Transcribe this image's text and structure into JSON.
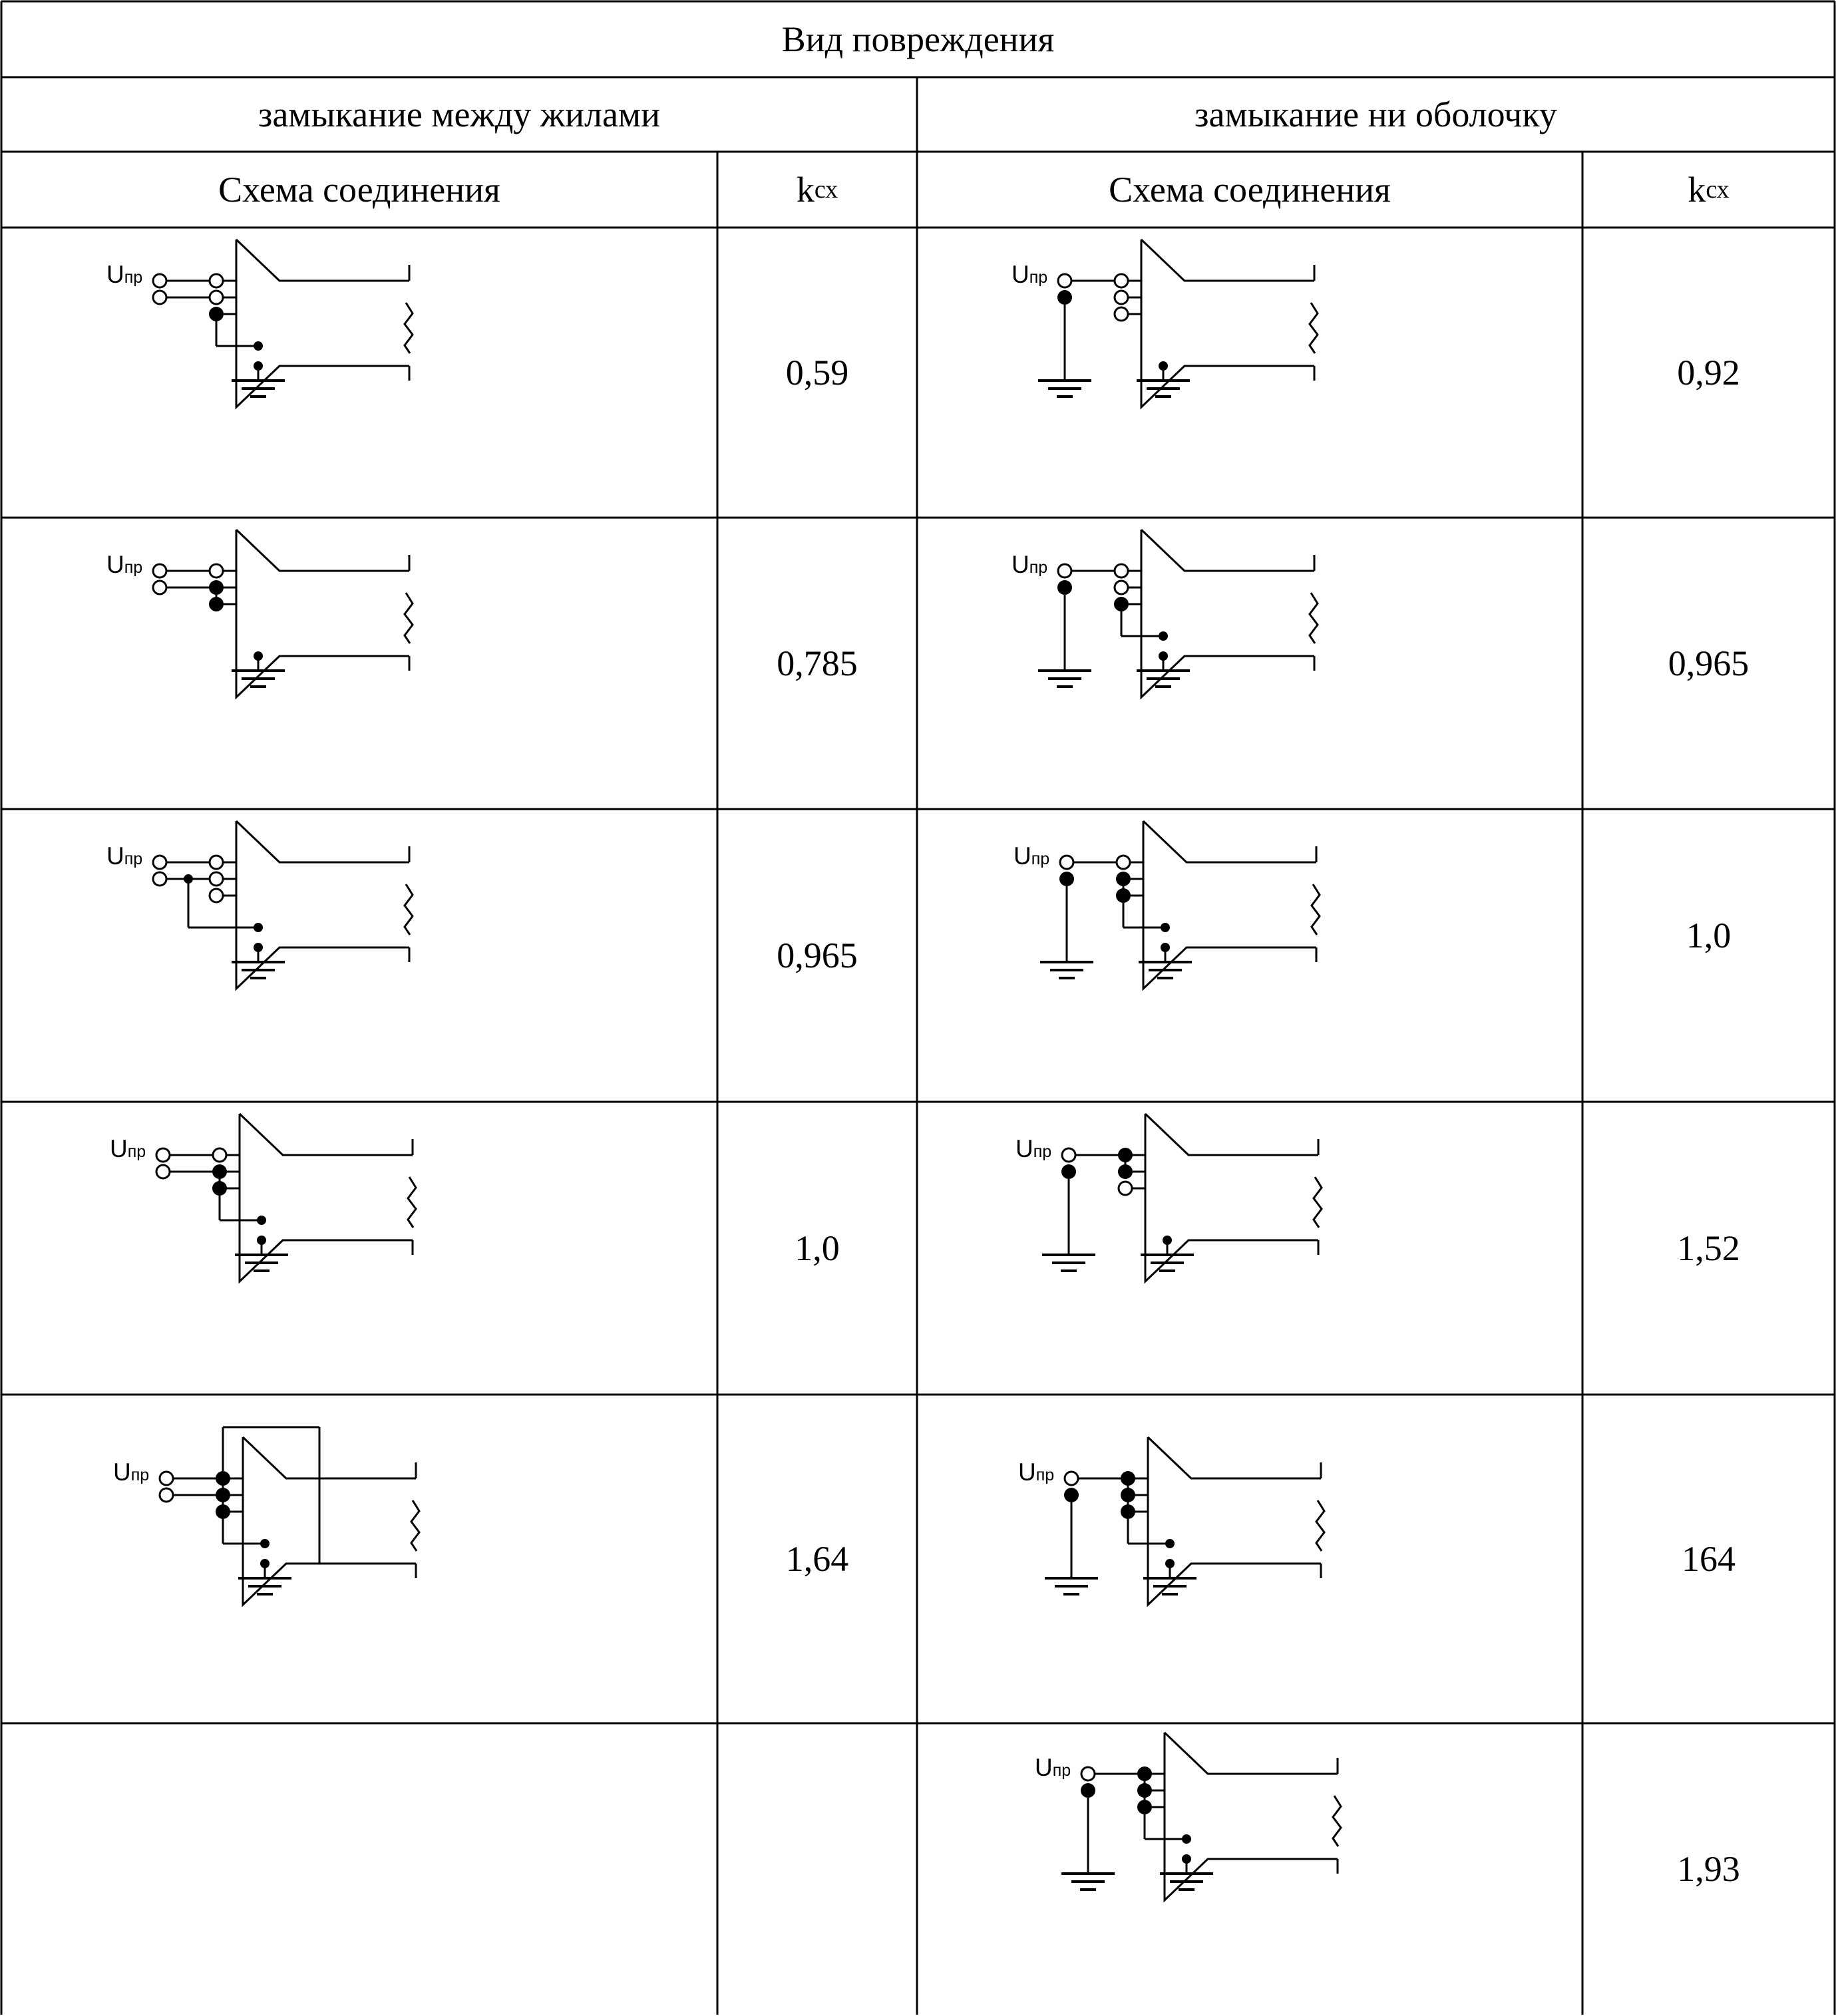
{
  "table": {
    "title": "Вид повреждения",
    "groups": [
      {
        "label": "замыкание между жилами"
      },
      {
        "label": "замыкание ни оболочку"
      }
    ],
    "column_headers": {
      "scheme": "Схема соединения",
      "coef_main": "k",
      "coef_sub": "сх"
    },
    "supply_label": {
      "main": "U",
      "sub": "пр"
    },
    "left_values": [
      "0,59",
      "0,785",
      "0,965",
      "1,0",
      "1,64",
      ""
    ],
    "right_values": [
      "0,92",
      "0,965",
      "1,0",
      "1,52",
      "164",
      "1,93"
    ]
  },
  "schemas": {
    "left": [
      {
        "terminals": [
          "open",
          "open",
          "closed"
        ],
        "supply": [
          "open",
          "open"
        ],
        "supply_tap": false,
        "core_bus": false,
        "loop": "c3-right"
      },
      {
        "terminals": [
          "open",
          "closed",
          "closed"
        ],
        "supply": [
          "open",
          "open"
        ],
        "supply_tap": false,
        "core_bus": false,
        "loop": "c2-c3"
      },
      {
        "terminals": [
          "open",
          "open",
          "open"
        ],
        "supply": [
          "open",
          "open"
        ],
        "supply_tap": true,
        "core_bus": false,
        "loop": "tap-right"
      },
      {
        "terminals": [
          "open",
          "closed",
          "closed"
        ],
        "supply": [
          "open",
          "open"
        ],
        "supply_tap": false,
        "core_bus": false,
        "loop": "c2-c3-right"
      },
      {
        "terminals": [
          "closed",
          "closed",
          "closed"
        ],
        "supply": [
          "open",
          "open"
        ],
        "supply_tap": false,
        "core_bus": true,
        "loop": "all-right"
      },
      null
    ],
    "right": [
      {
        "terminals": [
          "open",
          "open",
          "open"
        ],
        "supply": [
          "open",
          "closed"
        ],
        "loop": "none"
      },
      {
        "terminals": [
          "open",
          "open",
          "closed"
        ],
        "supply": [
          "open",
          "closed"
        ],
        "loop": "c3-right"
      },
      {
        "terminals": [
          "open",
          "closed",
          "closed"
        ],
        "supply": [
          "open",
          "closed"
        ],
        "loop": "c2-c3-right"
      },
      {
        "terminals": [
          "closed",
          "closed",
          "open"
        ],
        "supply": [
          "open",
          "closed"
        ],
        "loop": "c1-c2"
      },
      {
        "terminals": [
          "closed",
          "closed",
          "closed"
        ],
        "supply": [
          "open",
          "closed"
        ],
        "loop": "all-right"
      },
      {
        "terminals": [
          "closed",
          "closed",
          "closed"
        ],
        "supply": [
          "open",
          "closed"
        ],
        "loop": "all"
      }
    ]
  }
}
